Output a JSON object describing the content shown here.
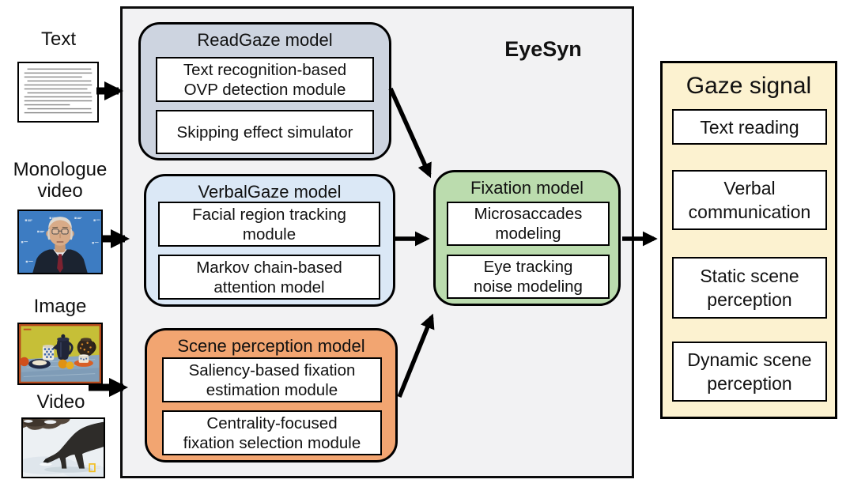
{
  "system_box": {
    "title": "EyeSyn",
    "background": "#f2f2f3",
    "border_color": "#0c0c0c"
  },
  "inputs": [
    {
      "label": "Text",
      "thumbnail": "text-page"
    },
    {
      "label": "Monologue\nvideo",
      "thumbnail": "monologue-video"
    },
    {
      "label": "Image",
      "thumbnail": "still-life-painting"
    },
    {
      "label": "Video",
      "thumbnail": "wolf-video"
    }
  ],
  "models": [
    {
      "name": "ReadGaze model",
      "color": "#cdd4e0",
      "modules": [
        "Text recognition-based\nOVP detection module",
        "Skipping effect simulator"
      ]
    },
    {
      "name": "VerbalGaze model",
      "color": "#dbe8f6",
      "modules": [
        "Facial region tracking\nmodule",
        "Markov chain-based\nattention model"
      ]
    },
    {
      "name": "Scene perception model",
      "color": "#f2a571",
      "modules": [
        "Saliency-based fixation\nestimation module",
        "Centrality-focused\nfixation selection module"
      ]
    },
    {
      "name": "Fixation model",
      "color": "#bbdcae",
      "modules": [
        "Microsaccades\nmodeling",
        "Eye tracking\nnoise modeling"
      ]
    }
  ],
  "output": {
    "title": "Gaze signal",
    "color": "#fcf2d0",
    "items": [
      "Text reading",
      "Verbal\ncommunication",
      "Static scene\nperception",
      "Dynamic scene\nperception"
    ]
  }
}
